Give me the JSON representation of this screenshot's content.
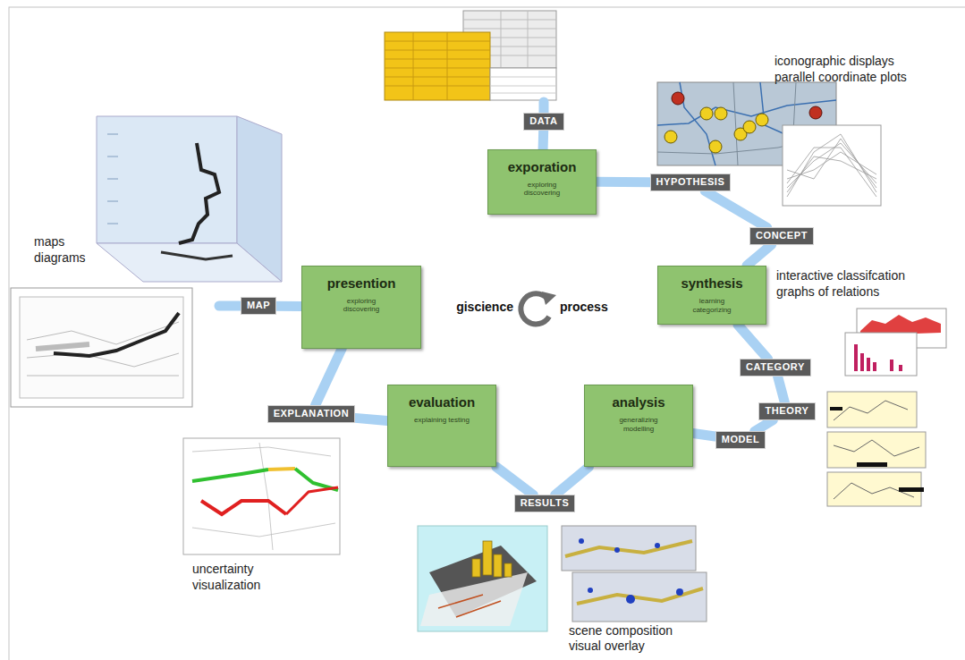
{
  "diagram": {
    "nodes": [
      {
        "text": [
          "DATA"
        ]
      },
      {
        "text": [
          "exporation",
          "exploring discovering"
        ]
      },
      {
        "text": [
          "HYPOTHESIS"
        ]
      },
      {
        "text": [
          "CONCEPT"
        ]
      },
      {
        "text": [
          "synthesis",
          "learning categorizing"
        ]
      },
      {
        "text": [
          "CATEGORY"
        ]
      },
      {
        "text": [
          "THEORY"
        ]
      },
      {
        "text": [
          "MODEL"
        ]
      },
      {
        "text": [
          "analysis",
          "generalizing modelling"
        ]
      },
      {
        "text": [
          "RESULTS"
        ]
      },
      {
        "text": [
          "evaluation",
          "explaining testing"
        ]
      },
      {
        "text": [
          "EXPLANATION"
        ]
      },
      {
        "text": [
          "presention",
          "exploring discovering"
        ]
      },
      {
        "text": [
          "MAP"
        ]
      }
    ],
    "edges": [
      {
        "from": 0,
        "to": 1,
        "arrow": "none"
      },
      {
        "from": 1,
        "to": 2,
        "arrow": "none"
      },
      {
        "from": 2,
        "to": 3,
        "arrow": "none"
      },
      {
        "from": 3,
        "to": 4,
        "arrow": "none"
      },
      {
        "from": 4,
        "to": 5,
        "arrow": "none"
      },
      {
        "from": 5,
        "to": 6,
        "arrow": "none"
      },
      {
        "from": 6,
        "to": 7,
        "arrow": "none"
      },
      {
        "from": 7,
        "to": 8,
        "arrow": "none"
      },
      {
        "from": 8,
        "to": 9,
        "arrow": "none"
      },
      {
        "from": 9,
        "to": 10,
        "arrow": "none"
      },
      {
        "from": 10,
        "to": 11,
        "arrow": "none"
      },
      {
        "from": 11,
        "to": 12,
        "arrow": "none"
      },
      {
        "from": 12,
        "to": 13,
        "arrow": "none"
      }
    ],
    "labels": [
      "iconographic displays",
      "parallel coordinate plots",
      "maps",
      "diagrams",
      "interactive classifcation",
      "graphs of relations",
      "giscience",
      "process",
      "uncertainty visualization",
      "scene composition",
      "visual overlay"
    ]
  }
}
